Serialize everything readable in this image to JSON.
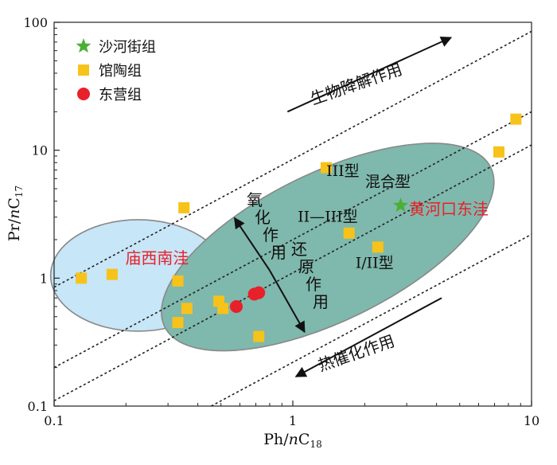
{
  "chart_data": {
    "type": "scatter",
    "x_scale": "log",
    "y_scale": "log",
    "xlim": [
      0.1,
      10
    ],
    "ylim": [
      0.1,
      100
    ],
    "x_ticks": [
      "0.1",
      "1",
      "10"
    ],
    "y_ticks": [
      "0.1",
      "1",
      "10",
      "100"
    ],
    "xlabel": {
      "main": "Ph/",
      "italic": "n",
      "sub_main": "C",
      "sub": "18"
    },
    "ylabel": {
      "main": "Pr/",
      "italic": "n",
      "sub_main": "C",
      "sub": "17"
    },
    "legend": {
      "placement": "top-left",
      "items": [
        {
          "name": "沙河街组",
          "marker": "star",
          "color": "#4caf35"
        },
        {
          "name": "馆陶组",
          "marker": "square",
          "color": "#f7c21a"
        },
        {
          "name": "东营组",
          "marker": "circle",
          "color": "#e8202a"
        }
      ]
    },
    "series": [
      {
        "name": "沙河街组",
        "marker": "star",
        "color": "#4caf35",
        "points": [
          [
            2.83,
            3.7
          ]
        ]
      },
      {
        "name": "馆陶组",
        "marker": "square",
        "color": "#f7c21a",
        "points": [
          [
            0.13,
            1.0
          ],
          [
            0.175,
            1.07
          ],
          [
            0.35,
            3.55
          ],
          [
            0.33,
            0.95
          ],
          [
            0.36,
            0.58
          ],
          [
            0.33,
            0.45
          ],
          [
            0.49,
            0.66
          ],
          [
            0.51,
            0.58
          ],
          [
            0.72,
            0.35
          ],
          [
            1.38,
            7.3
          ],
          [
            1.72,
            2.25
          ],
          [
            2.27,
            1.75
          ],
          [
            7.3,
            9.7
          ],
          [
            8.6,
            17.5
          ]
        ]
      },
      {
        "name": "东营组",
        "marker": "circle",
        "color": "#e8202a",
        "points": [
          [
            0.58,
            0.6
          ],
          [
            0.69,
            0.75
          ],
          [
            0.72,
            0.77
          ]
        ]
      }
    ],
    "reference_lines": [
      {
        "x1": 0.1,
        "y1": 0.85,
        "x2": 10,
        "y2": 85
      },
      {
        "x1": 0.1,
        "y1": 0.2,
        "x2": 10,
        "y2": 20
      },
      {
        "x1": 0.1,
        "y1": 0.11,
        "x2": 10,
        "y2": 11
      },
      {
        "x1": 0.455,
        "y1": 0.1,
        "x2": 10,
        "y2": 2.2
      }
    ],
    "regions": [
      {
        "name": "庙西南洼",
        "cx": 0.225,
        "cy": 1.05,
        "fill": "#c7e6f7",
        "stroke": "#888888",
        "label_color": "#e8202a",
        "label_at": [
          0.27,
          1.3
        ]
      },
      {
        "name": "黄河口东洼",
        "cx": 1.4,
        "cy": 1.75,
        "fill": "#7fb8ac",
        "stroke": "#888888",
        "label_color": "#e8202a",
        "label_at": [
          4.5,
          3.15
        ]
      }
    ],
    "annotations": [
      {
        "text": "III型",
        "at": [
          1.62,
          6.3
        ]
      },
      {
        "text": "混合型",
        "at": [
          2.5,
          5.2
        ]
      },
      {
        "text": "II—III型",
        "at": [
          1.4,
          2.75
        ]
      },
      {
        "text": "I/II型",
        "at": [
          2.2,
          1.2
        ]
      }
    ],
    "arrows": [
      {
        "label": "生物降解作用",
        "from": [
          0.95,
          20
        ],
        "to": [
          4.6,
          76
        ]
      },
      {
        "label": "氧化作用",
        "from": [
          0.8,
          1.15
        ],
        "to": [
          0.57,
          2.95
        ]
      },
      {
        "label": "还原作用",
        "from": [
          0.8,
          1.15
        ],
        "to": [
          1.12,
          0.38
        ]
      },
      {
        "label": "热催化作用",
        "from": [
          4.2,
          0.7
        ],
        "to": [
          1.03,
          0.17
        ]
      }
    ]
  }
}
